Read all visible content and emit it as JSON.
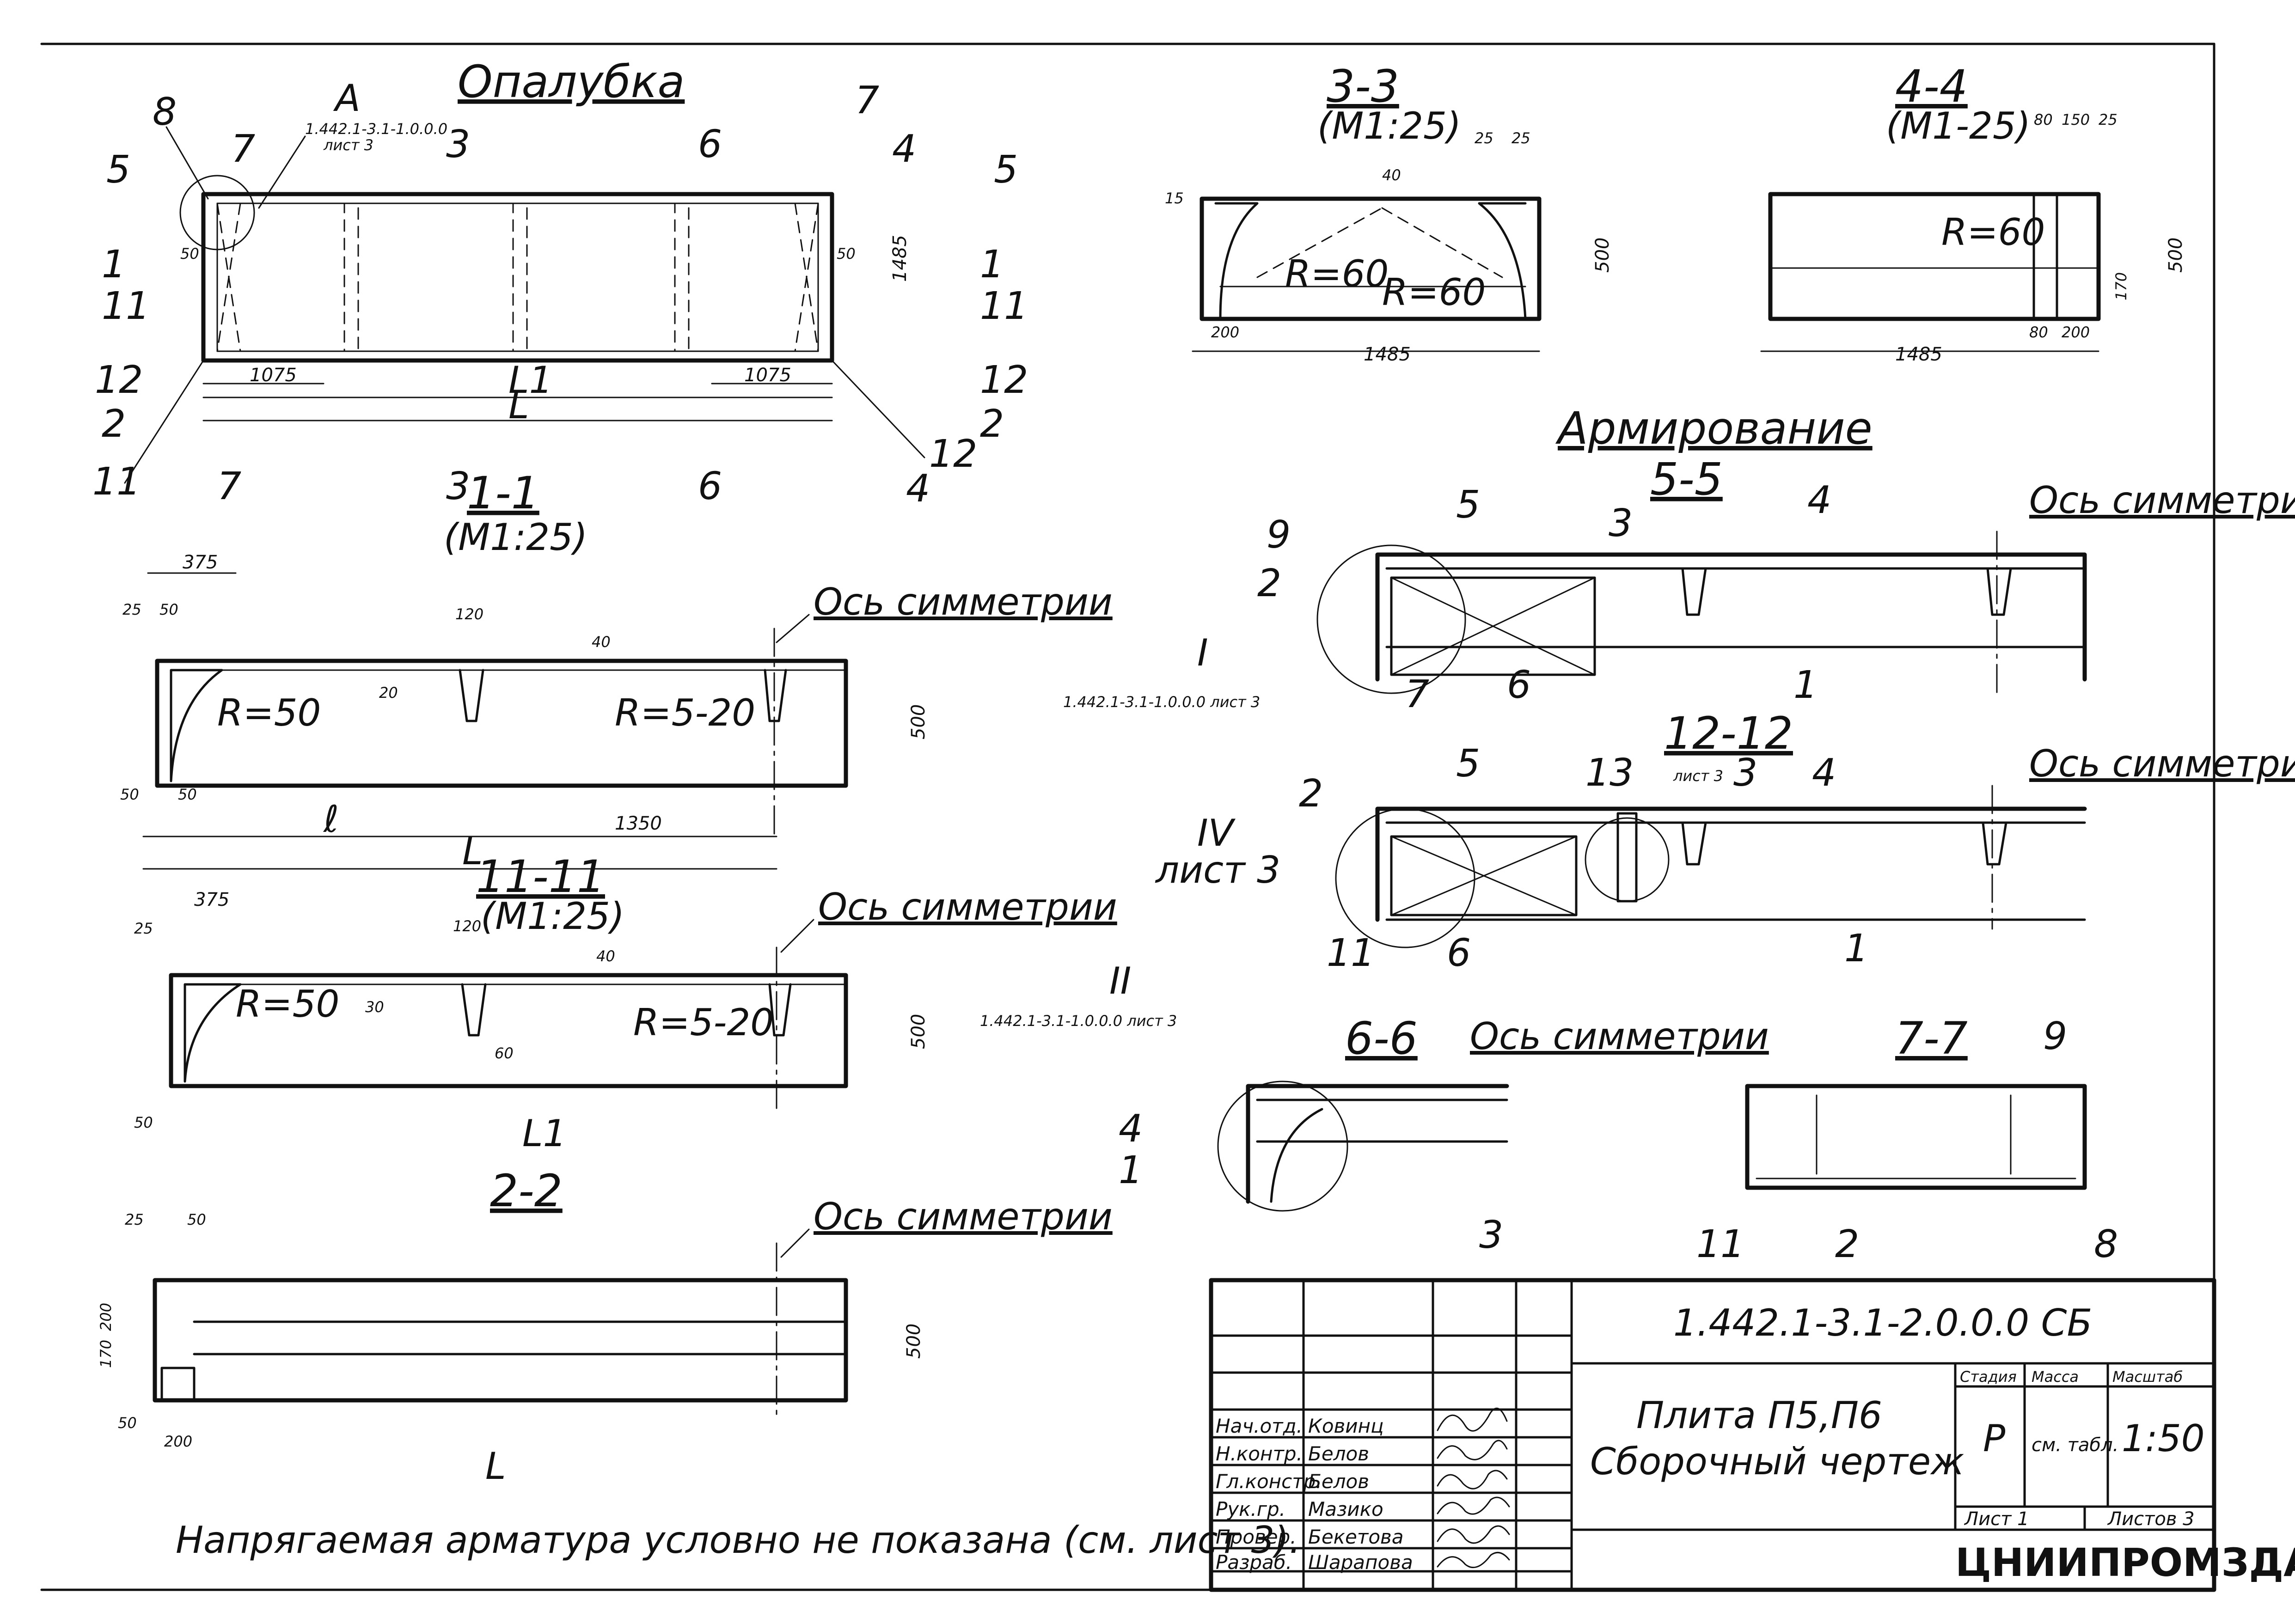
{
  "views": {
    "formwork": {
      "title": "Опалубка",
      "ref_letter": "А",
      "ref_doc": "1.442.1-3.1-1.0.0.0",
      "ref_sheet": "лист 3"
    },
    "sec_1_1": {
      "title": "1-1",
      "scale": "(М1:25)"
    },
    "sec_11_11": {
      "title": "11-11",
      "scale": "(М1:25)"
    },
    "sec_2_2": {
      "title": "2-2"
    },
    "sec_3_3": {
      "title": "3-3",
      "scale": "(М1:25)"
    },
    "sec_4_4": {
      "title": "4-4",
      "scale": "(М1-25)"
    },
    "reinforcement": {
      "title": "Армирование"
    },
    "sec_5_5": {
      "title": "5-5"
    },
    "sec_12_12": {
      "title": "12-12"
    },
    "sec_6_6": {
      "title": "6-6"
    },
    "sec_7_7": {
      "title": "7-7"
    }
  },
  "cut_marks": [
    "1",
    "2",
    "3",
    "4",
    "5",
    "6",
    "7",
    "8",
    "11",
    "12"
  ],
  "callouts": {
    "c1": "1",
    "c2": "2",
    "c3": "3",
    "c4": "4",
    "c5": "5",
    "c6": "6",
    "c8": "8",
    "c9": "9",
    "c11": "11",
    "c13": "13",
    "node_I": "I",
    "node_IV": "IV",
    "node_II": "II",
    "node_I_ref": "1.442.1-3.1-1.0.0.0 лист 3",
    "node_IV_ref": "лист 3",
    "node_II_ref": "1.442.1-3.1-1.0.0.0 лист 3",
    "node_IV_small_ref": "лист 3",
    "axis_sym": "Ось симметрии"
  },
  "dims": {
    "d1075": "1075",
    "L": "L",
    "L1": "L1",
    "l": "ℓ",
    "d375": "375",
    "d25": "25",
    "d50": "50",
    "d120": "120",
    "d20": "20",
    "d40": "40",
    "d500": "500",
    "d1350": "1350",
    "R50": "R=50",
    "R5_20": "R=5-20",
    "R60": "R=60",
    "d1485": "1485",
    "d200": "200",
    "d170": "170",
    "d150": "150",
    "d80": "80",
    "d15": "15",
    "d30": "30",
    "d60": "60",
    "d1485v": "1485"
  },
  "note": "Напрягаемая арматура условно не показана (см. лист 3).",
  "title_block": {
    "doc_code": "1.442.1-3.1-2.0.0.0 СБ",
    "product_name": "Плита П5,П6",
    "drawing_type": "Сборочный чертеж",
    "col_stage": "Стадия",
    "col_mass": "Масса",
    "col_scale": "Масштаб",
    "stage": "Р",
    "mass": "см. табл.",
    "scale": "1:50",
    "sheet": "Лист 1",
    "sheets": "Листов 3",
    "org": "ЦНИИПРОМЗДАНИЙ",
    "roles": [
      {
        "role": "Нач.отд.",
        "name": "Ковинц"
      },
      {
        "role": "Н.контр.",
        "name": "Белов"
      },
      {
        "role": "Гл.констр.",
        "name": "Белов"
      },
      {
        "role": "Рук.гр.",
        "name": "Мазико"
      },
      {
        "role": "Провер.",
        "name": "Бекетова"
      },
      {
        "role": "Разраб.",
        "name": "Шарапова"
      }
    ]
  }
}
